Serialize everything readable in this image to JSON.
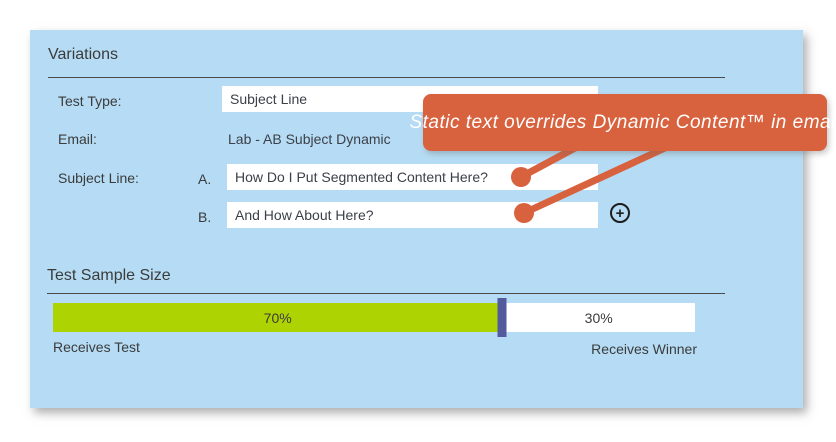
{
  "colors": {
    "card_bg": "#B5DCF4",
    "text": "#3B3B3B",
    "annotation": "#D8623E",
    "green": "#ADD402",
    "handle": "#545A9E",
    "field_bg": "#FFFFFF"
  },
  "variations": {
    "title": "Variations",
    "test_type_label": "Test Type:",
    "test_type_value": "Subject Line",
    "email_label": "Email:",
    "email_value": "Lab - AB Subject Dynamic",
    "subject_line_label": "Subject Line:",
    "options": [
      {
        "label": "A.",
        "value": "How Do I Put Segmented Content Here?"
      },
      {
        "label": "B.",
        "value": "And How About Here?"
      }
    ],
    "add_icon_glyph": "+"
  },
  "annotation": {
    "text": "Static text overrides Dynamic Content™ in email"
  },
  "test_sample_size": {
    "title": "Test Sample Size",
    "left_value": 70,
    "right_value": 30,
    "left_percent": "70%",
    "right_percent": "30%",
    "left_caption": "Receives Test",
    "right_caption": "Receives Winner"
  }
}
